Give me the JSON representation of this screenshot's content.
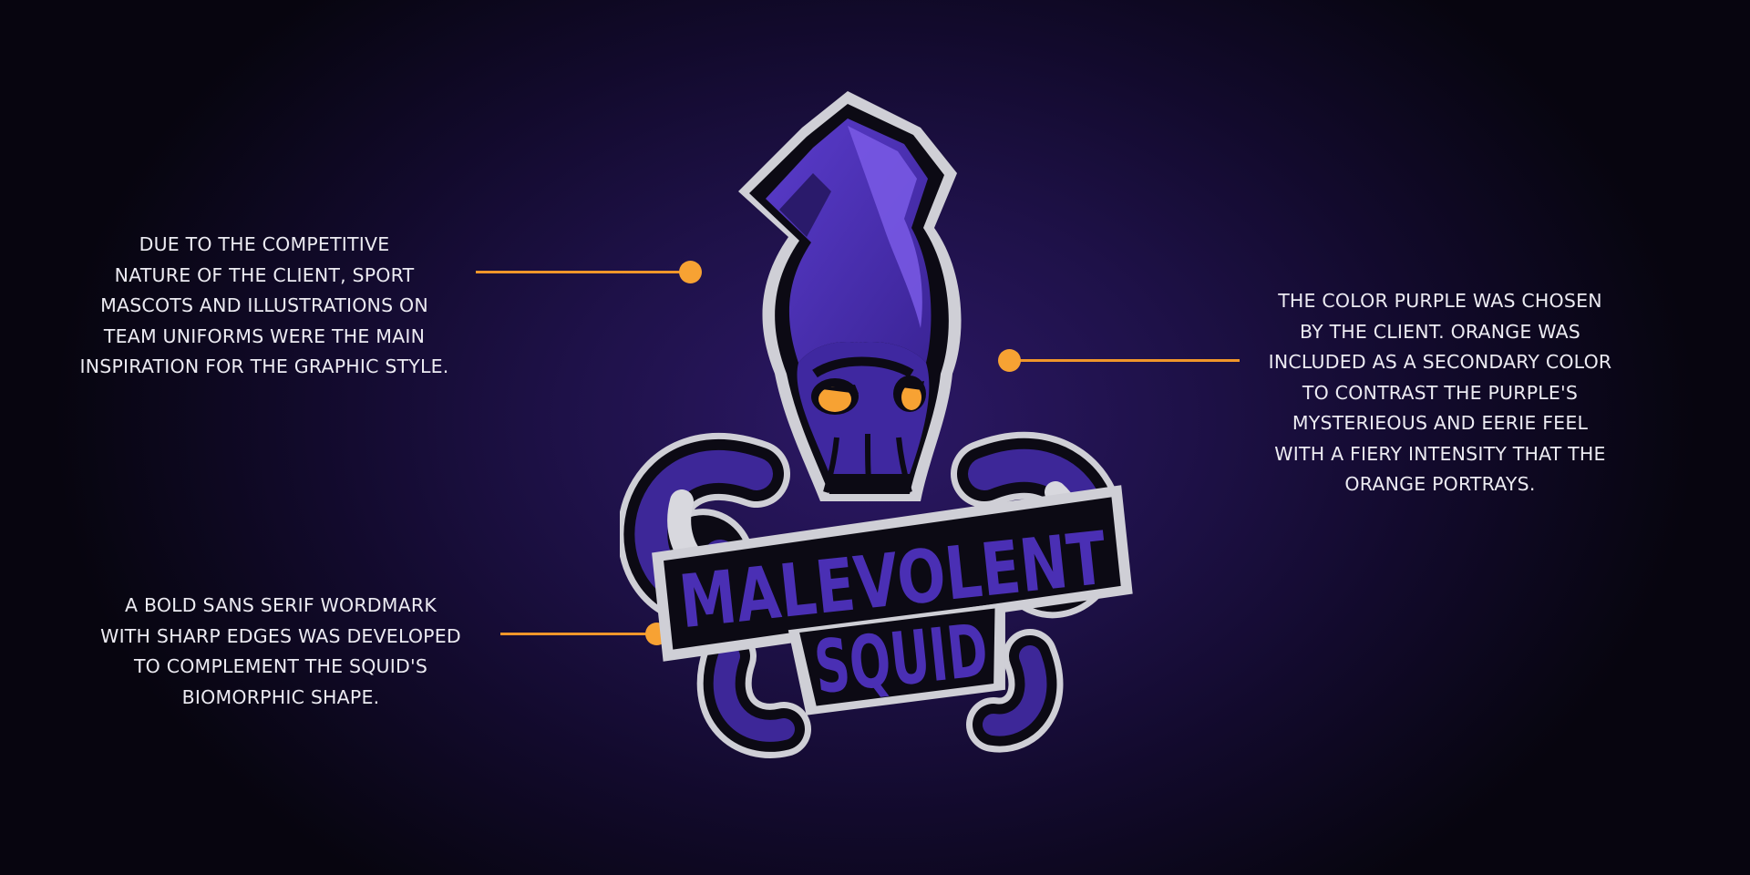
{
  "notes": {
    "left_top": [
      "DUE TO THE COMPETITIVE",
      "NATURE OF THE CLIENT, SPORT",
      "MASCOTS AND ILLUSTRATIONS ON",
      "TEAM UNIFORMS WERE THE MAIN",
      "INSPIRATION FOR THE GRAPHIC STYLE."
    ],
    "left_bottom": [
      "A BOLD SANS SERIF WORDMARK",
      "WITH SHARP EDGES WAS DEVELOPED",
      "TO COMPLEMENT THE SQUID'S",
      "BIOMORPHIC SHAPE."
    ],
    "right": [
      "THE COLOR PURPLE WAS CHOSEN",
      "BY THE CLIENT. ORANGE WAS",
      "INCLUDED AS A SECONDARY COLOR",
      "TO CONTRAST THE PURPLE'S",
      "MYSTERIEOUS AND EERIE FEEL",
      "WITH A FIERY INTENSITY THAT THE",
      "ORANGE PORTRAYS."
    ]
  },
  "logo": {
    "word1": "MALEVOLENT",
    "word2": "SQUID"
  },
  "colors": {
    "primary_purple": "#4a2fb4",
    "light_purple": "#7a5ae6",
    "accent_orange": "#f7a233",
    "outline_light": "#cfcfd6",
    "outline_dark": "#0c0a14"
  },
  "icons": {
    "mascot": "squid-mascot-icon",
    "callout_marker": "orange-dot-icon"
  }
}
